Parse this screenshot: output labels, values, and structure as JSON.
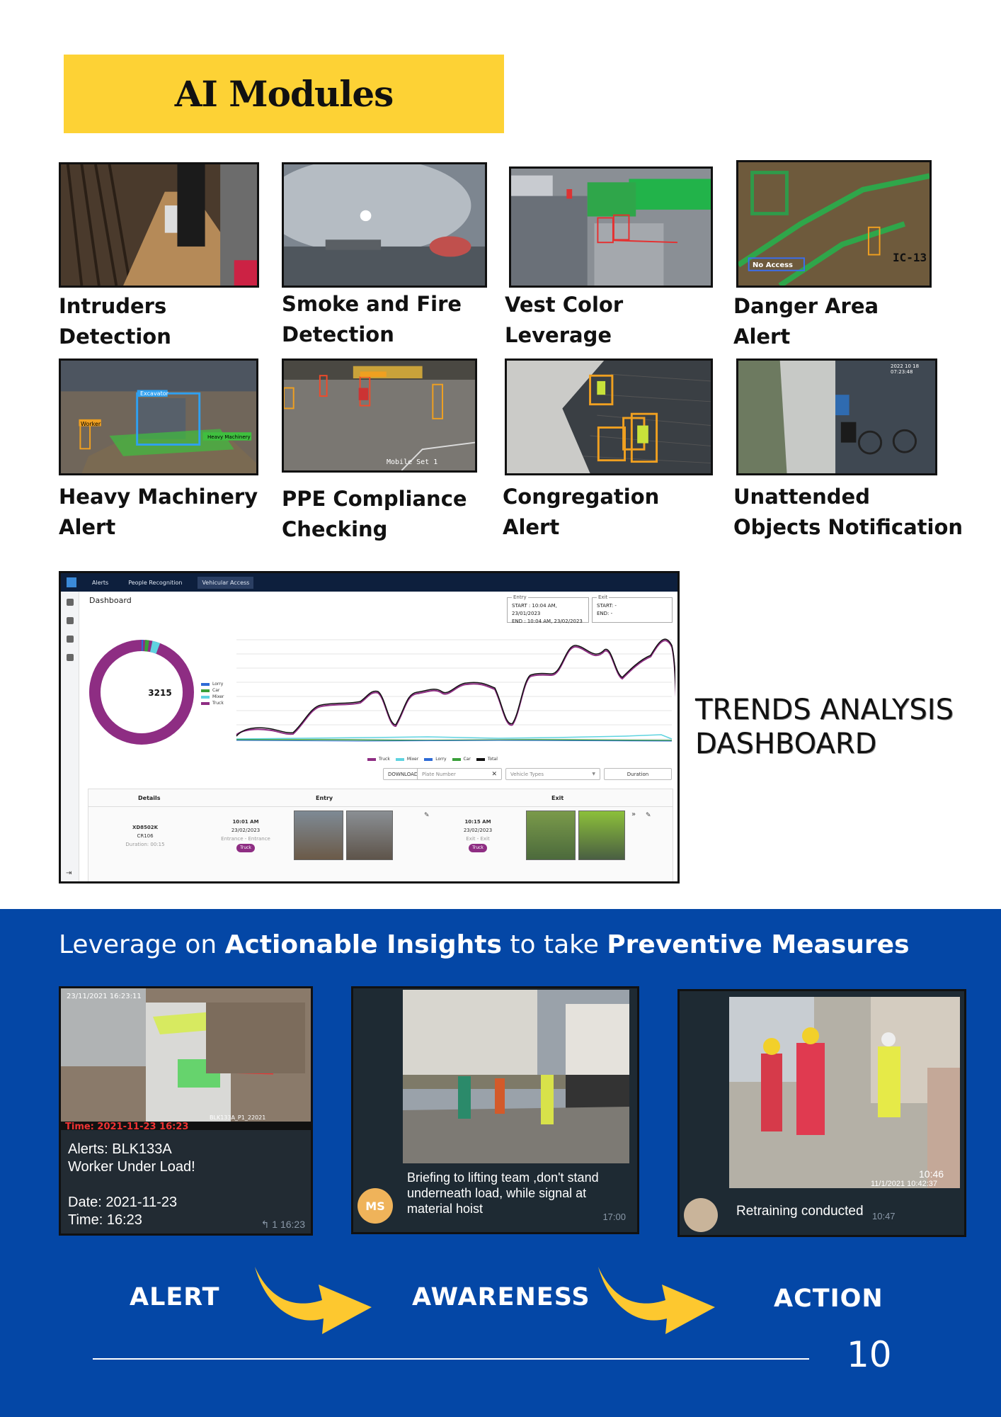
{
  "banner": {
    "title": "AI Modules"
  },
  "modules": [
    {
      "line1": "Intruders",
      "line2": "Detection"
    },
    {
      "line1": "Smoke and Fire",
      "line2": "Detection"
    },
    {
      "line1": "Vest Color",
      "line2": "Leverage"
    },
    {
      "line1": "Danger Area",
      "line2": "Alert"
    },
    {
      "line1": "Heavy Machinery",
      "line2": "Alert"
    },
    {
      "line1": "PPE Compliance",
      "line2": "Checking"
    },
    {
      "line1": "Congregation",
      "line2": "Alert"
    },
    {
      "line1": "Unattended",
      "line2": "Objects Notification"
    }
  ],
  "overlays": {
    "no_access": "No Access",
    "ic_code": "IC-13",
    "excavator": "Excavator",
    "worker": "Worker",
    "heavy_machinery": "Heavy Machinery",
    "mobile_set": "Mobile Set 1",
    "cam_time": "2022 10 18 07:23:48"
  },
  "dashboard": {
    "nav": [
      "Alerts",
      "People Recognition",
      "Vehicular Access"
    ],
    "title": "Dashboard",
    "entry_caption": "Entry",
    "entry_start": "START : 10:04 AM, 23/01/2023",
    "entry_end": "END : 10:04 AM, 23/02/2023",
    "exit_caption": "Exit",
    "exit_start": "START: -",
    "exit_end": "END: -",
    "donut_total": "3215",
    "donut_legend": [
      "Lorry",
      "Car",
      "Mixer",
      "Truck"
    ],
    "line_legend": [
      "Truck",
      "Mixer",
      "Lorry",
      "Car",
      "Total"
    ],
    "download": "DOWNLOAD",
    "plate_placeholder": "Plate Number",
    "vehicle_types": "Vehicle Types",
    "duration": "Duration",
    "columns": [
      "Details",
      "Entry",
      "Exit"
    ],
    "row": {
      "plate": "XD8502K",
      "code": "CR106",
      "dur": "Duration: 00:15",
      "entry_time": "10:01 AM",
      "entry_date": "23/02/2023",
      "entry_gate": "Entrance - Entrance",
      "exit_time": "10:15 AM",
      "exit_date": "23/02/2023",
      "exit_gate": "Exit - Exit",
      "tag": "Truck"
    },
    "colors": {
      "truck": "#8e2d83",
      "mixer": "#5fd3e0",
      "lorry": "#2e6bd6",
      "car": "#3aa03a",
      "total": "#111111"
    }
  },
  "trends": {
    "line1": "TRENDS ANALYSIS",
    "line2": "DASHBOARD"
  },
  "blue_section": {
    "headline_a": "Leverage on ",
    "headline_b": "Actionable Insights",
    "headline_c": " to take ",
    "headline_d": "Preventive Measures",
    "card1": {
      "stamp": "23/11/2021 16:23:11",
      "time_overlay": "Time: 2021-11-23 16:23",
      "cam_label": "BLK133A_P1_22021",
      "l1": "Alerts: BLK133A",
      "l2": "Worker Under Load!",
      "l3": "Date: 2021-11-23",
      "l4": "Time: 16:23",
      "meta": "↰ 1  16:23"
    },
    "card2": {
      "avatar": "MS",
      "text": "Briefing to lifting team ,don't stand underneath load, while signal at material hoist",
      "time": "17:00"
    },
    "card3": {
      "stamp_time": "10:46",
      "stamp_date": "11/1/2021 10:42:37",
      "text": "Retraining conducted",
      "time": "10:47"
    },
    "steps": [
      "ALERT",
      "AWARENESS",
      "ACTION"
    ],
    "page_number": "10"
  }
}
